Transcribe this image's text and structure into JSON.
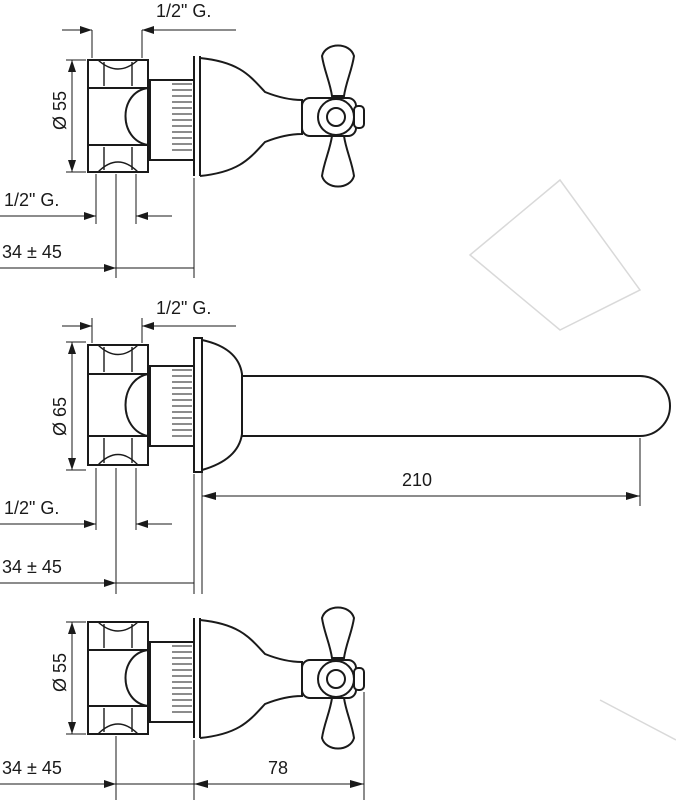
{
  "views": [
    {
      "id": "view-top",
      "labels": {
        "thread_top": "1/2\" G.",
        "diameter": "Ø 55",
        "thread_bottom": "1/2\" G.",
        "depth": "34 ± 45"
      }
    },
    {
      "id": "view-middle",
      "labels": {
        "thread_top": "1/2\" G.",
        "diameter": "Ø 65",
        "spout_length": "210",
        "thread_bottom": "1/2\" G.",
        "depth": "34 ± 45"
      }
    },
    {
      "id": "view-bottom",
      "labels": {
        "diameter": "Ø 55",
        "depth": "34 ± 45",
        "handle_offset": "78"
      }
    }
  ]
}
